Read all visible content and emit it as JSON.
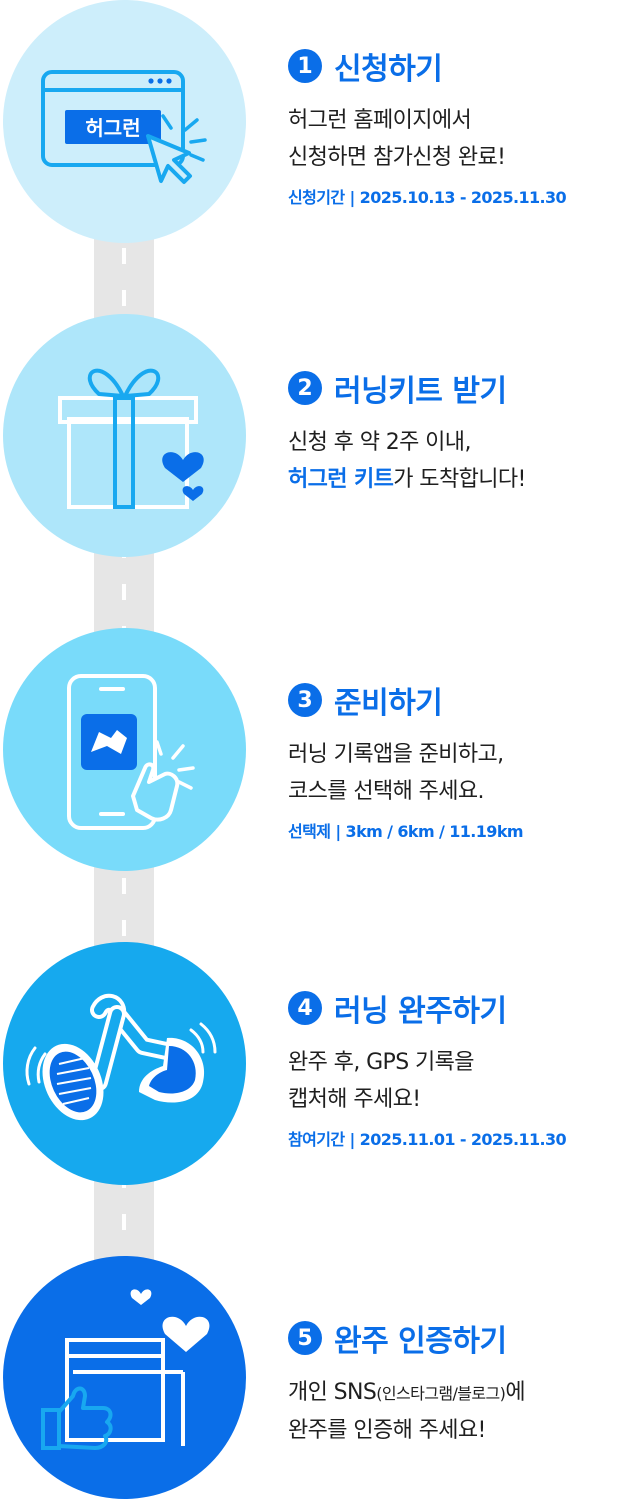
{
  "steps": [
    {
      "number": "1",
      "title": "신청하기",
      "lines": [
        "허그런 홈페이지에서",
        "신청하면 참가신청 완료!"
      ],
      "info": "신청기간 | 2025.10.13 - 2025.11.30",
      "badge": "허그런",
      "icon": "browser-click-icon",
      "circle_color": "#cdeefb"
    },
    {
      "number": "2",
      "title": "러닝키트 받기",
      "lines": [
        "신청 후 약 2주 이내,"
      ],
      "line2_highlight": "허그런 키트",
      "line2_rest": "가 도착합니다!",
      "icon": "gift-box-icon",
      "circle_color": "#aee6fa"
    },
    {
      "number": "3",
      "title": "준비하기",
      "lines": [
        "러닝 기록앱을 준비하고,",
        "코스를 선택해 주세요."
      ],
      "info": "선택제 | 3km / 6km / 11.19km",
      "icon": "phone-app-tap-icon",
      "circle_color": "#79dbfa"
    },
    {
      "number": "4",
      "title": "러닝 완주하기",
      "lines": [
        "완주 후, GPS 기록을",
        "캡처해 주세요!"
      ],
      "info": "참여기간 | 2025.11.01 - 2025.11.30",
      "icon": "running-legs-icon",
      "circle_color": "#16a9ee"
    },
    {
      "number": "5",
      "title": "완주 인증하기",
      "line1_main": "개인 SNS",
      "line1_small": "(인스타그램/블로그)",
      "line1_end": "에",
      "lines": [
        "",
        "완주를 인증해 주세요!"
      ],
      "icon": "sns-like-icon",
      "circle_color": "#0a6ee8"
    }
  ]
}
